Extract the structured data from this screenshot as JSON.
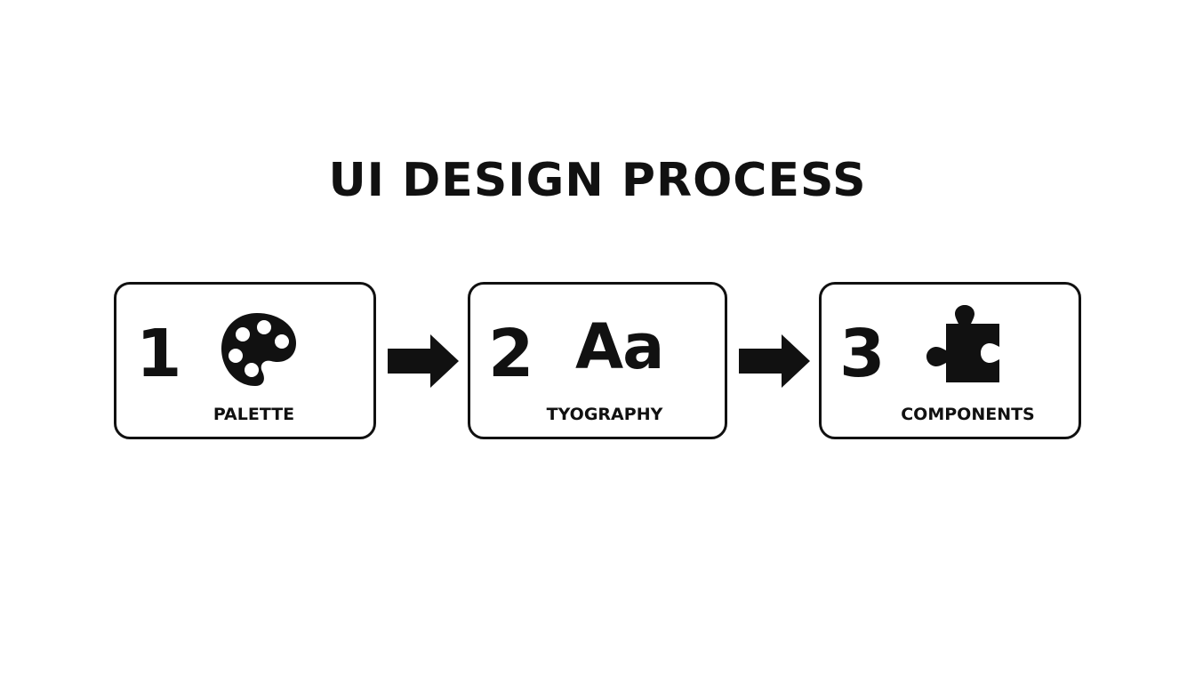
{
  "title": "UI DESIGN PROCESS",
  "steps": [
    {
      "number": "1",
      "label": "PALETTE",
      "icon": "palette-icon"
    },
    {
      "number": "2",
      "label": "TYOGRAPHY",
      "icon": "typography-icon",
      "glyph": "Aa"
    },
    {
      "number": "3",
      "label": "COMPONENTS",
      "icon": "puzzle-icon"
    }
  ],
  "arrows": [
    "arrow-right-icon",
    "arrow-right-icon"
  ],
  "colors": {
    "background": "#ffffff",
    "foreground": "#111111"
  }
}
